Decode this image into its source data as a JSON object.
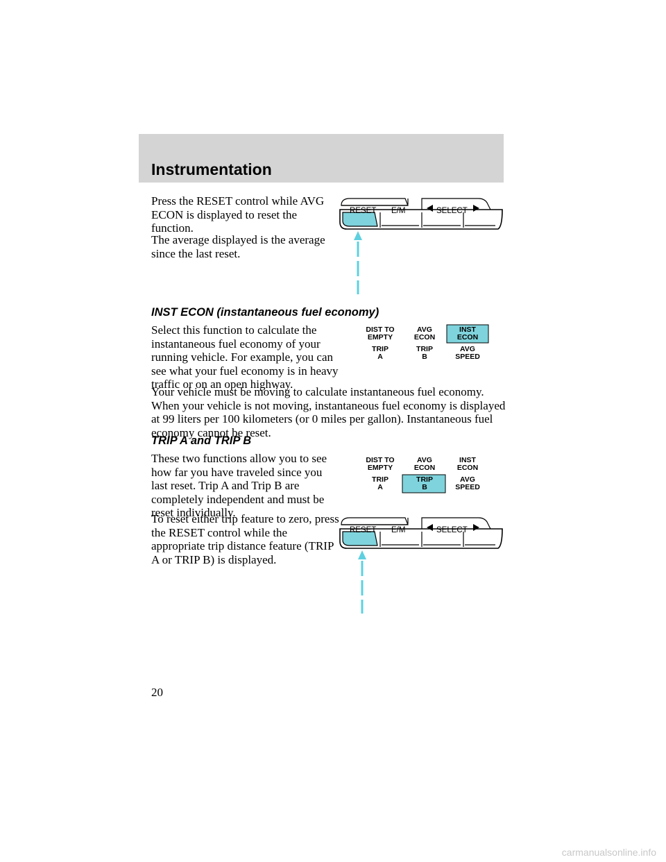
{
  "header": {
    "title": "Instrumentation"
  },
  "paragraphs": {
    "p1": "Press the RESET control while AVG ECON is displayed to reset the function.",
    "p2": "The average displayed is the average since the last reset.",
    "p3": "Select this function to calculate the instantaneous fuel economy of your running vehicle. For example, you can see what your fuel economy is in heavy traffic or on an open highway.",
    "p4": "Your vehicle must be moving to calculate instantaneous fuel economy. When your vehicle is not moving, instantaneous fuel economy is displayed at 99 liters per 100 kilometers (or 0 miles per gallon). Instantaneous fuel economy cannot be reset.",
    "p5": "These two functions allow you to see how far you have traveled since you last reset. Trip A and Trip B are completely independent and must be reset individually.",
    "p6": "To reset either trip feature to zero, press the RESET control while the appropriate trip distance feature (TRIP A or TRIP B) is displayed."
  },
  "subheads": {
    "inst_econ": "INST ECON (instantaneous fuel economy)",
    "trip": "TRIP A and TRIP B"
  },
  "control_panel": {
    "reset_label": "RESET",
    "em_label": "E/M",
    "select_label": "SELECT"
  },
  "mode_grid": {
    "dist_to_empty": [
      "DIST TO",
      "EMPTY"
    ],
    "avg_econ": [
      "AVG",
      "ECON"
    ],
    "inst_econ": [
      "INST",
      "ECON"
    ],
    "trip_a": [
      "TRIP",
      "A"
    ],
    "trip_b": [
      "TRIP",
      "B"
    ],
    "avg_speed": [
      "AVG",
      "SPEED"
    ]
  },
  "colors": {
    "highlight": "#7fd3dc",
    "pointer": "#5ed0e0",
    "header_band": "#d4d4d4"
  },
  "page_number": "20",
  "watermark": "carmanualsonline.info"
}
